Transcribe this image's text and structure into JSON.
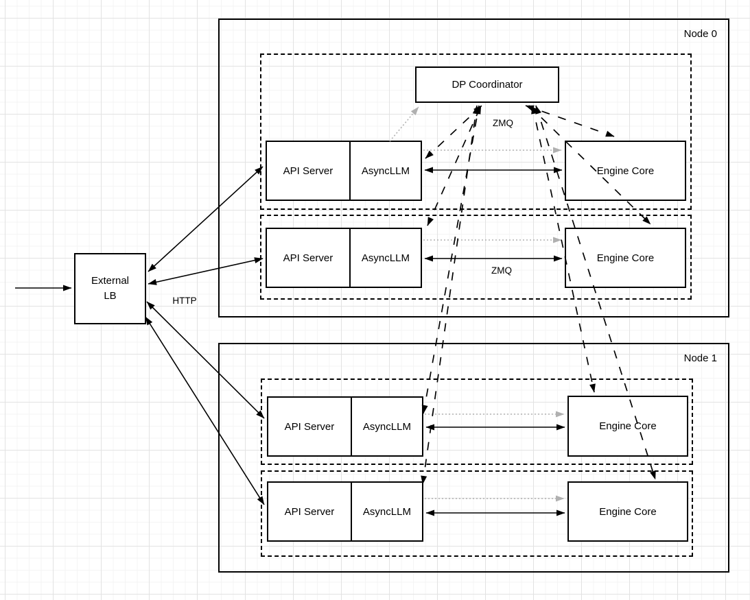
{
  "lb": {
    "line1": "External",
    "line2": "LB"
  },
  "node0": {
    "label": "Node 0"
  },
  "node1": {
    "label": "Node 1"
  },
  "coordinator": {
    "label": "DP Coordinator"
  },
  "rows": [
    {
      "api": "API Server",
      "async": "AsyncLLM",
      "engine": "Engine Core"
    },
    {
      "api": "API Server",
      "async": "AsyncLLM",
      "engine": "Engine Core"
    },
    {
      "api": "API Server",
      "async": "AsyncLLM",
      "engine": "Engine Core"
    },
    {
      "api": "API Server",
      "async": "AsyncLLM",
      "engine": "Engine Core"
    }
  ],
  "labels": {
    "http": "HTTP",
    "zmq_coordinator": "ZMQ",
    "zmq_ipc": "ZMQ"
  },
  "colors": {
    "stroke": "#000000",
    "gray_link": "#b0b0b0",
    "shape_fill": "#ffffff",
    "background": "#ffffff"
  }
}
